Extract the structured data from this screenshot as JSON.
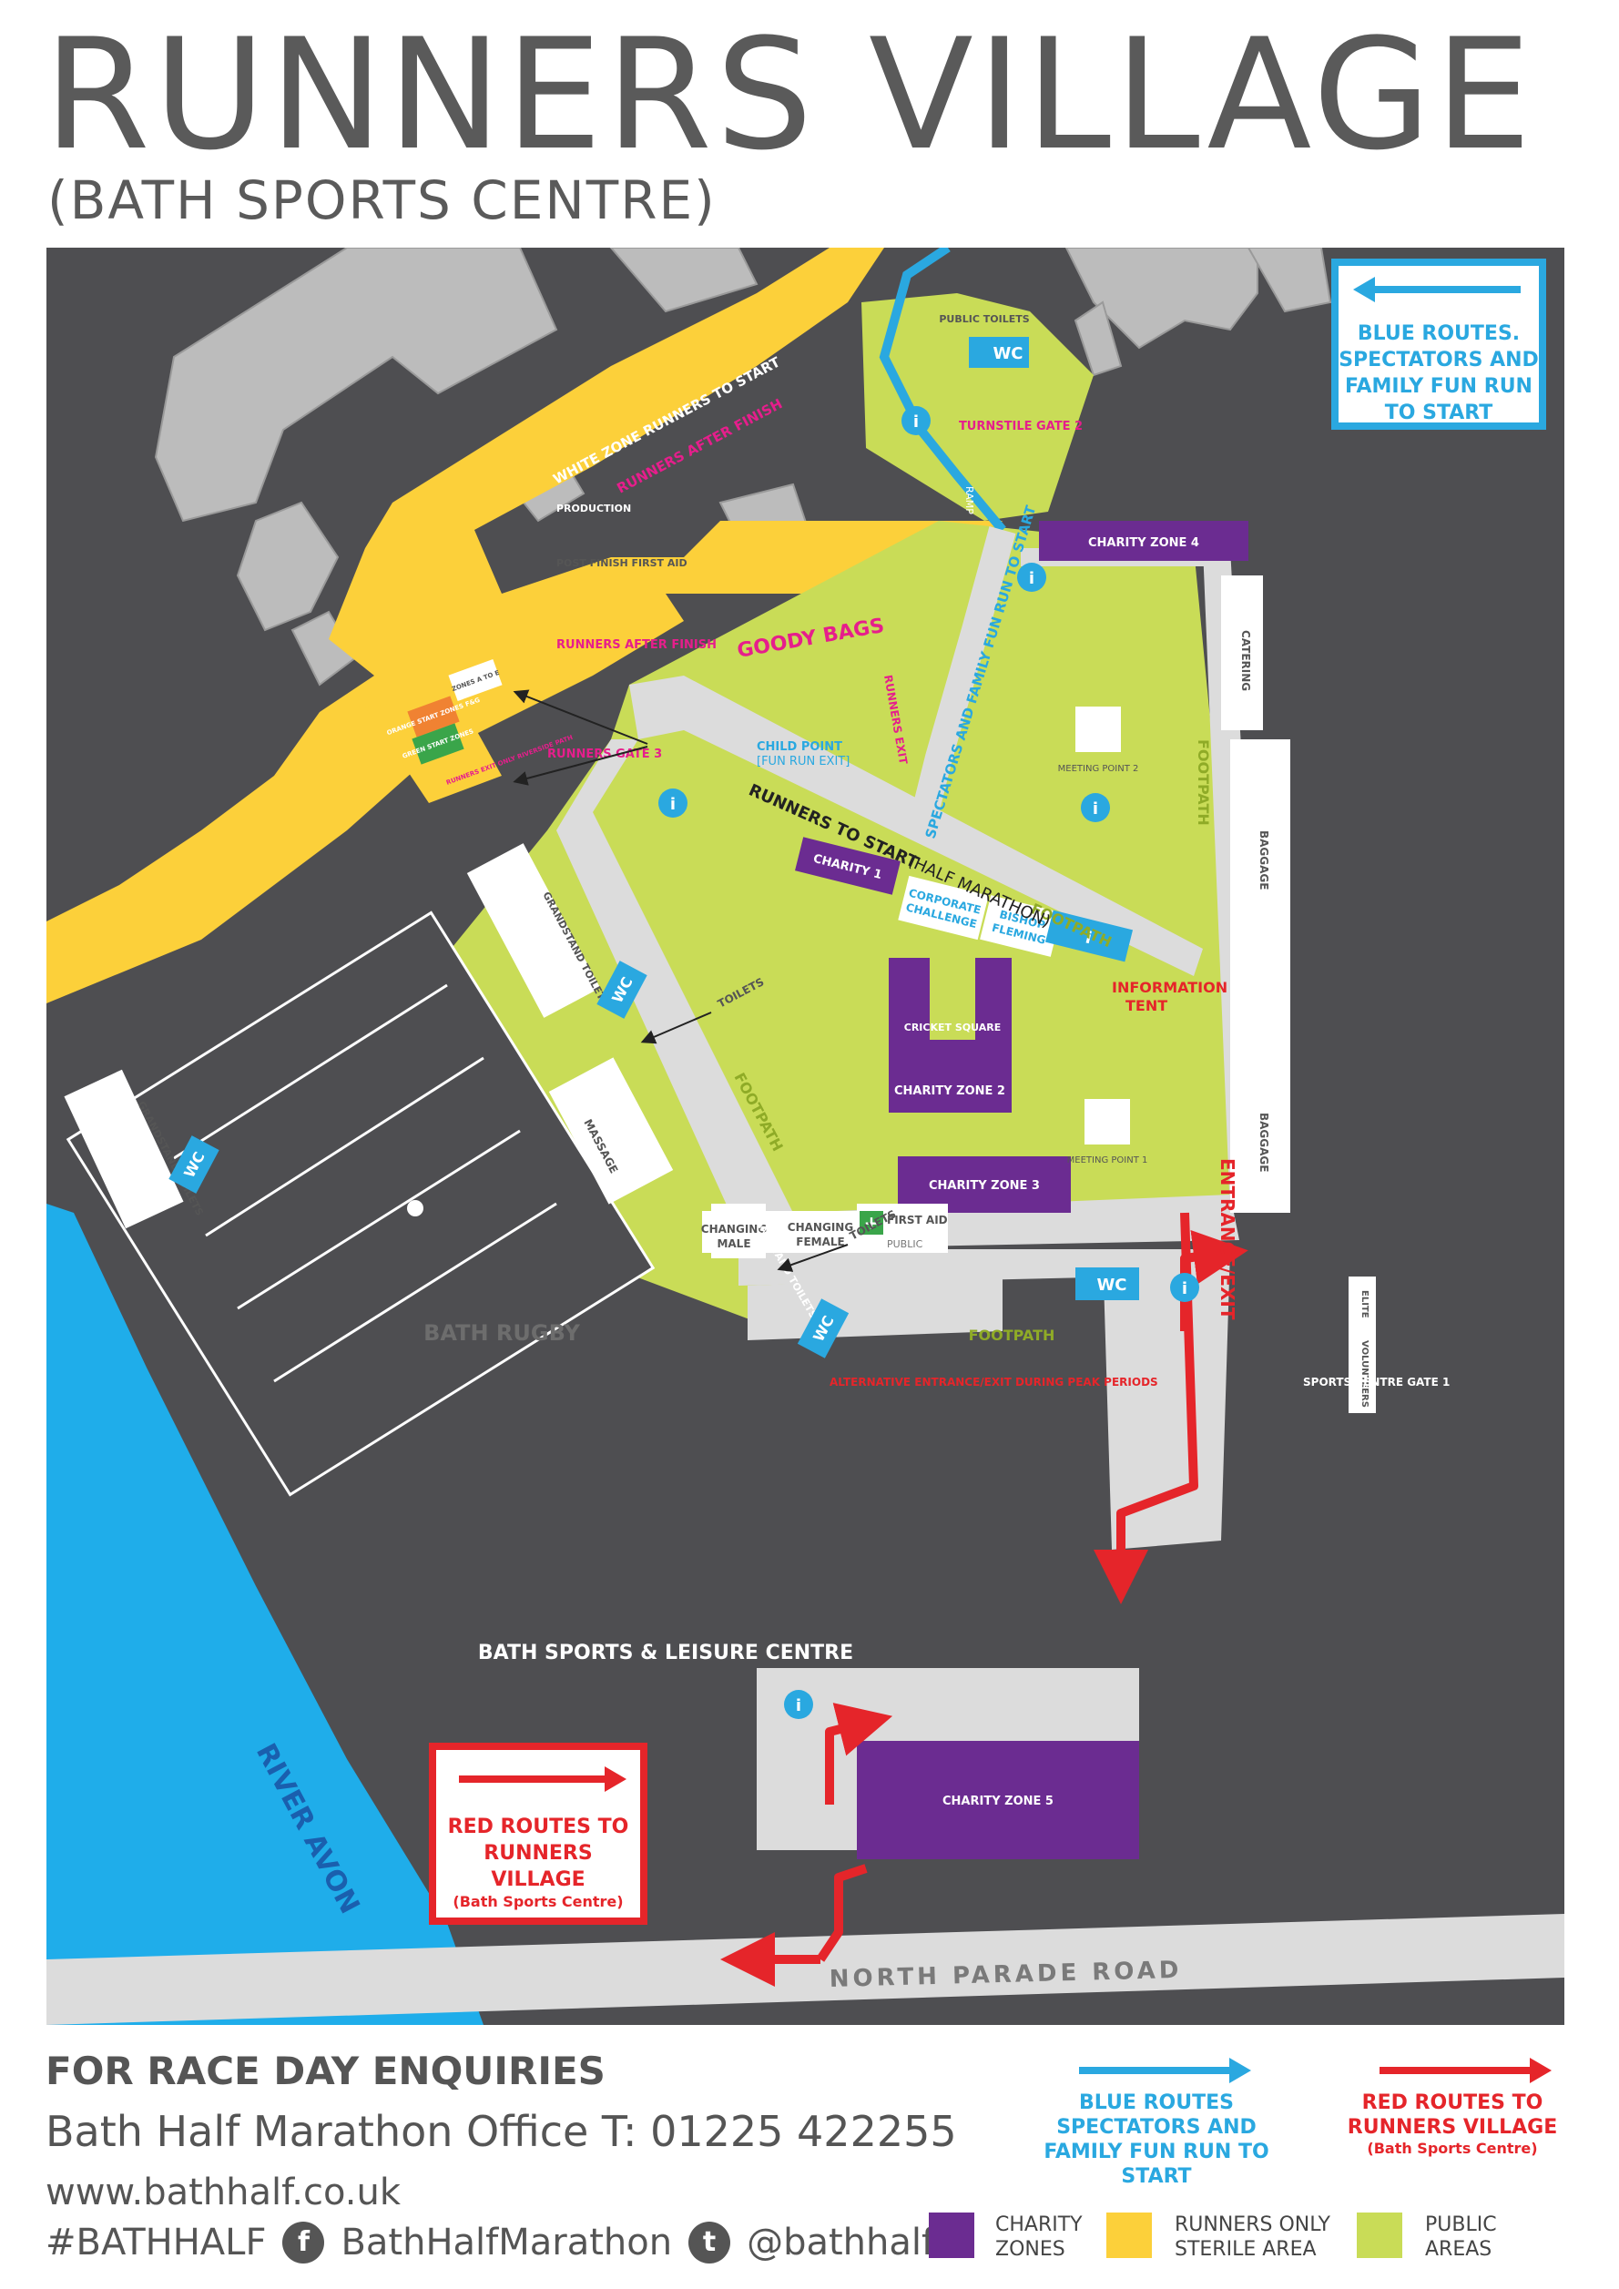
{
  "header": {
    "title": "RUNNERS VILLAGE",
    "subtitle": "(BATH SPORTS CENTRE)"
  },
  "map": {
    "labels": {
      "public_toilets": "PUBLIC TOILETS",
      "wc": "WC",
      "turnstile_gate_2": "TURNSTILE GATE 2",
      "white_zone": "WHITE ZONE RUNNERS TO START",
      "runners_after_finish_top": "RUNNERS AFTER FINISH",
      "production": "PRODUCTION",
      "post_finish_first_aid": "POST FINISH FIRST AID",
      "ramp": "RAMP",
      "charity_zone_4": "CHARITY ZONE 4",
      "catering": "CATERING",
      "goody_bags": "GOODY BAGS",
      "runners_after_finish": "RUNNERS AFTER FINISH",
      "runners_exit": "RUNNERS EXIT",
      "zones": "ZONES A TO E",
      "orange_start": "ORANGE START ZONES F&G",
      "green_start": "GREEN START ZONES",
      "runners_exit_only": "RUNNERS EXIT ONLY RIVERSIDE PATH",
      "runners_gate_3": "RUNNERS GATE 3",
      "child_point": "CHILD POINT",
      "fun_run_exit": "[FUN RUN EXIT]",
      "runners_to_start": "RUNNERS TO START",
      "half_marathon": "(HALF MARATHON)",
      "spectators_route": "SPECTATORS AND FAMILY FUN RUN TO START",
      "footpath": "FOOTPATH",
      "meeting_point_2": "MEETING POINT 2",
      "meeting_point_1": "MEETING POINT 1",
      "baggage": "BAGGAGE",
      "charity_1": "CHARITY 1",
      "corporate_challenge": "CORPORATE CHALLENGE",
      "bishop_fleming": "BISHOP FLEMING",
      "information_tent": "INFORMATION TENT",
      "grandstand_toilets": "GRANDSTAND TOILETS",
      "toilets": "TOILETS",
      "massage": "MASSAGE",
      "cricket_square": "CRICKET SQUARE",
      "charity_zone_2": "CHARITY ZONE 2",
      "charity_zone_3": "CHARITY ZONE 3",
      "entrance_exit": "ENTRANCE/EXIT",
      "bath_rugby": "BATH RUGBY",
      "changing_male": "CHANGING MALE",
      "changing_female": "CHANGING FEMALE",
      "first_aid": "FIRST AID",
      "public": "PUBLIC",
      "elite": "ELITE",
      "volunteers": "VOLUNTEERS",
      "sports_centre_gate_1": "SPORTS CENTRE GATE 1",
      "alt_entrance": "ALTERNATIVE ENTRANCE/EXIT DURING PEAK PERIODS",
      "leisure_centre": "BATH SPORTS & LEISURE CENTRE",
      "charity_zone_5": "CHARITY ZONE 5",
      "river_avon": "RIVER AVON",
      "north_parade_road": "NORTH PARADE ROAD",
      "info": "i"
    },
    "blue_box": "BLUE ROUTES. SPECTATORS AND FAMILY FUN RUN TO START",
    "red_box_main": "RED ROUTES TO RUNNERS VILLAGE",
    "red_box_sub": "(Bath Sports Centre)",
    "colors": {
      "charity": "#6b2c91",
      "runners_only": "#fcd03a",
      "public": "#c9dc57",
      "blue_route": "#2aa8e0",
      "red_route": "#e5252a",
      "river": "#1fadea",
      "building": "#bfbfbf",
      "ground": "#4e4e51"
    }
  },
  "footer": {
    "enquiries": "FOR RACE DAY ENQUIRIES",
    "office": "Bath Half Marathon Office  T: 01225 422255",
    "website": "www.bathhalf.co.uk",
    "hashtag": "#BATHHALF",
    "facebook": "BathHalfMarathon",
    "twitter": "@bathhalf"
  },
  "legend": {
    "blue_route": "BLUE ROUTES SPECTATORS AND FAMILY FUN RUN TO START",
    "red_route": "RED ROUTES TO RUNNERS VILLAGE",
    "red_route_sub": "(Bath Sports Centre)",
    "charity": "CHARITY ZONES",
    "runners_only": "RUNNERS ONLY STERILE AREA",
    "public": "PUBLIC AREAS"
  }
}
